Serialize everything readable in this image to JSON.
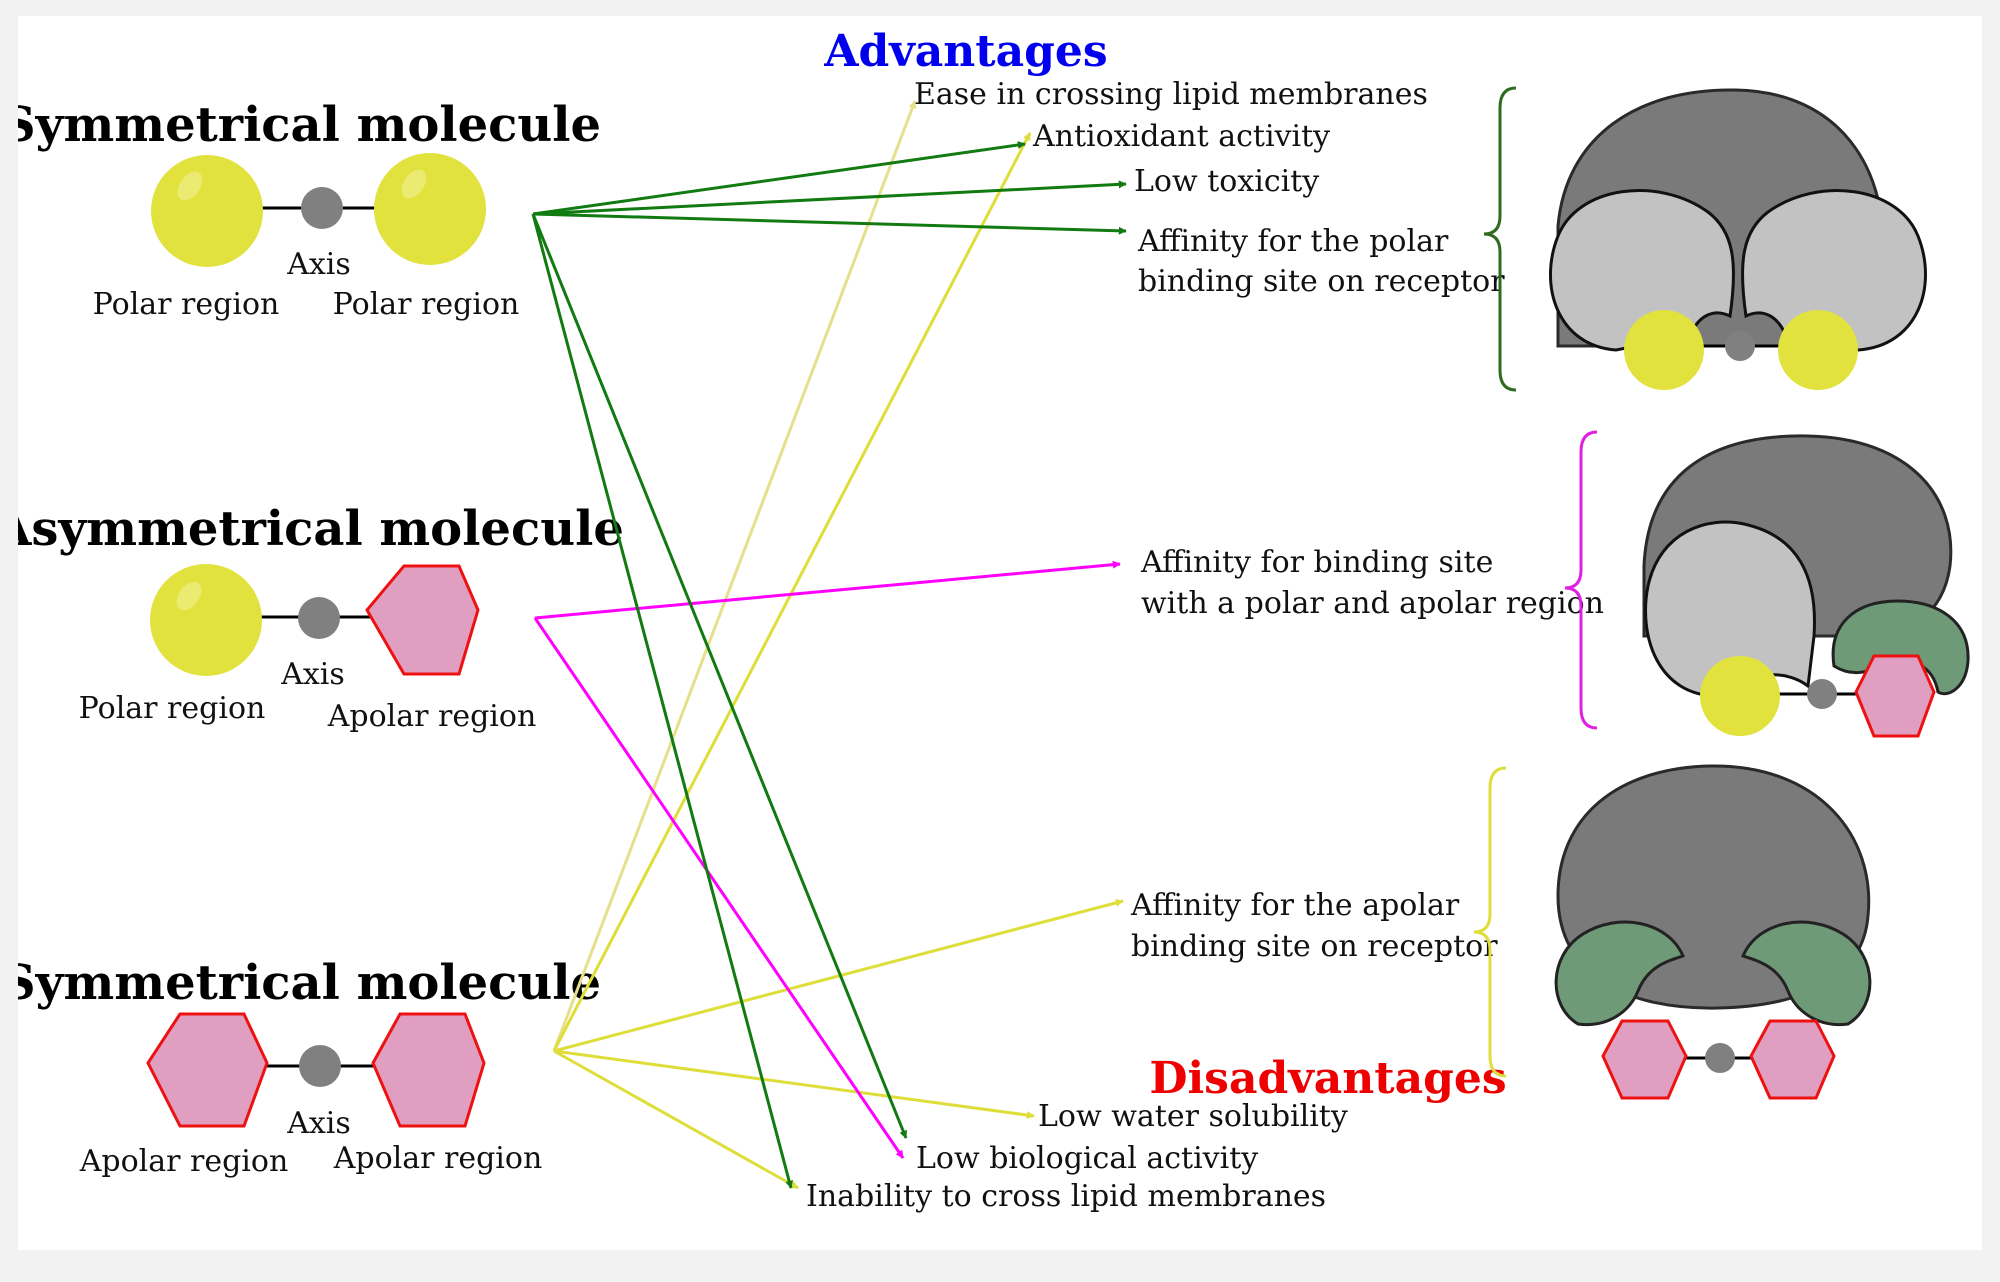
{
  "headers": {
    "advantages": "Advantages",
    "disadvantages": "Disadvantages",
    "advantages_color": "#0000ee",
    "disadvantages_color": "#ee0000"
  },
  "molecules": [
    {
      "title": "Symmetrical molecule",
      "left_label": "Polar region",
      "right_label": "Polar region",
      "axis_label": "Axis",
      "arrow_color": "#117a11"
    },
    {
      "title": "Asymmetrical molecule",
      "left_label": "Polar region",
      "right_label": "Apolar region",
      "axis_label": "Axis",
      "arrow_color": "#ff00ff"
    },
    {
      "title": "Symmetrical molecule",
      "left_label": "Apolar region",
      "right_label": "Apolar region",
      "axis_label": "Axis",
      "arrow_color": "#dede3a"
    }
  ],
  "advantages": [
    "Ease in crossing lipid membranes",
    "Antioxidant activity",
    "Low toxicity",
    "Affinity for the polar",
    "binding site on receptor",
    "Affinity for binding site",
    "with a polar and apolar region",
    "Affinity for the apolar",
    "binding site on receptor"
  ],
  "disadvantages": [
    "Low water solubility",
    "Low biological activity",
    "Inability to cross lipid membranes"
  ],
  "colors": {
    "polar_fill": "#e2e23f",
    "apolar_fill": "#e09fc0",
    "apolar_stroke": "#ee1111",
    "axis_dot": "#808080",
    "receptor_dark": "#7a7a7a",
    "receptor_light": "#c2c2c2",
    "receptor_green": "#6f9a78"
  }
}
